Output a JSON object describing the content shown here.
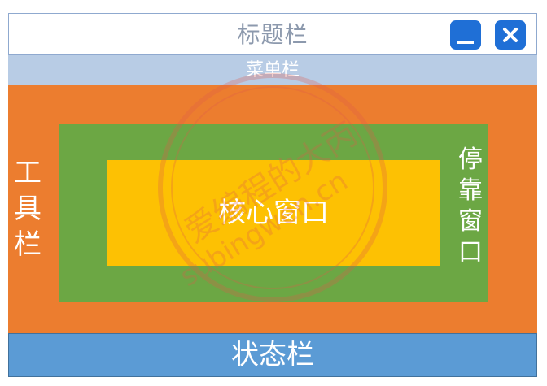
{
  "title_bar": {
    "title": "标题栏",
    "minimize_icon": "minimize-icon",
    "close_icon": "close-icon"
  },
  "menu_bar": {
    "label": "菜单栏"
  },
  "toolbar": {
    "label": "工\n具\n栏"
  },
  "dock_window": {
    "label": "停\n靠\n窗\n口"
  },
  "core_window": {
    "label": "核心窗口"
  },
  "status_bar": {
    "label": "状态栏"
  },
  "watermark": {
    "text_cn": "爱编程的大丙",
    "text_url": "subingwen.cn"
  },
  "colors": {
    "title_bar": "#ffffff",
    "menu_bar": "#b8cce5",
    "toolbar_area": "#ec7d2f",
    "dock_window": "#6ca744",
    "core_window": "#fdc103",
    "status_bar": "#5b9bd5",
    "window_buttons": "#1f6fd6"
  }
}
